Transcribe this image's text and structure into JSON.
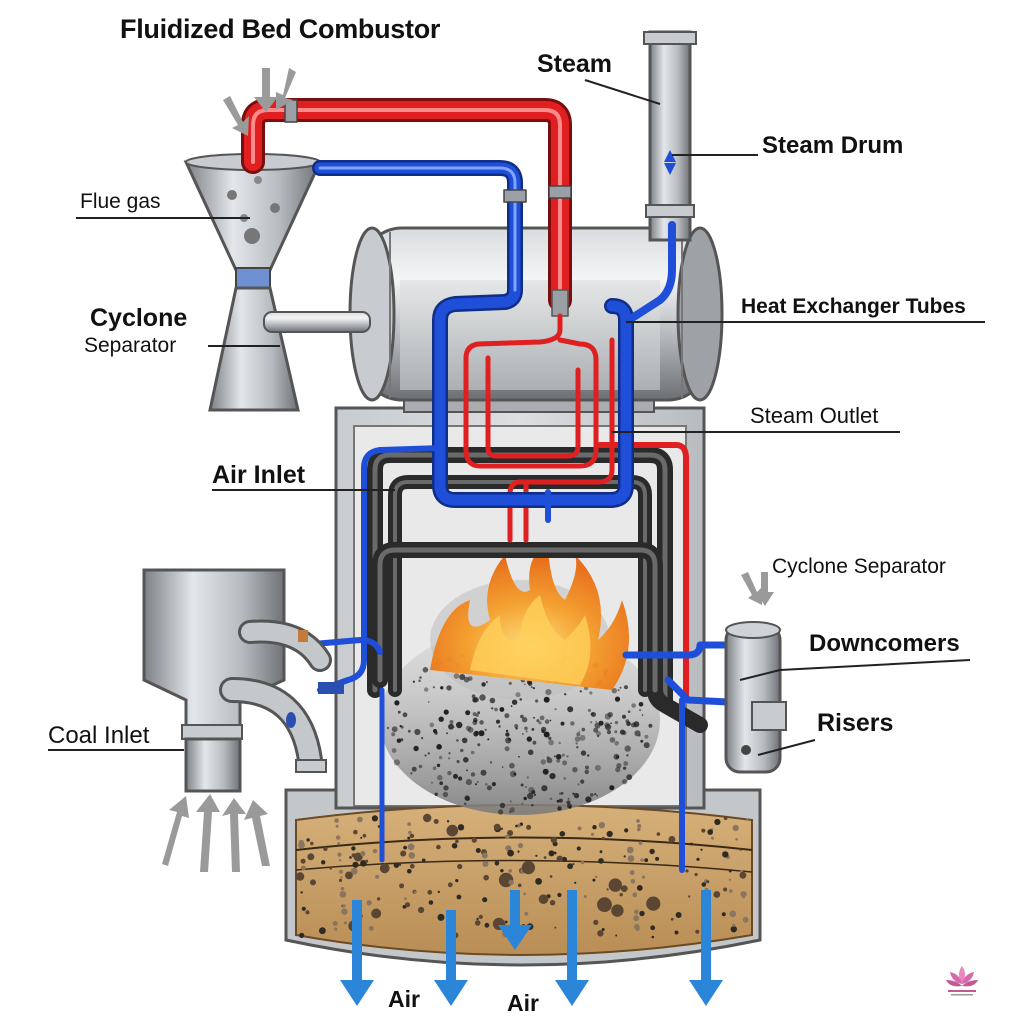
{
  "title": "Fluidized Bed Combustor",
  "labels": {
    "steam": "Steam",
    "steam_drum": "Steam Drum",
    "flue_gas": "Flue gas",
    "cyclone_separator_left_1": "Cyclone",
    "cyclone_separator_left_2": "Separator",
    "heat_exchanger_tubes": "Heat Exchanger Tubes",
    "steam_outlet": "Steam Outlet",
    "air_inlet": "Air Inlet",
    "cyclone_separator_right": "Cyclone Separator",
    "downcomers": "Downcomers",
    "risers": "Risers",
    "coal_inlet": "Coal Inlet",
    "air_bottom_1": "Air",
    "air_bottom_2": "Air"
  },
  "colors": {
    "hot_pipe": "#e02020",
    "cold_pipe": "#1f4fd8",
    "air_arrow": "#2b86d9",
    "steel": "#a9adb2",
    "bed": "#c9a068",
    "flame": "#f39a22",
    "dark_tube": "#2a2a2a"
  },
  "icons": [
    "watermark-lotus-icon"
  ]
}
